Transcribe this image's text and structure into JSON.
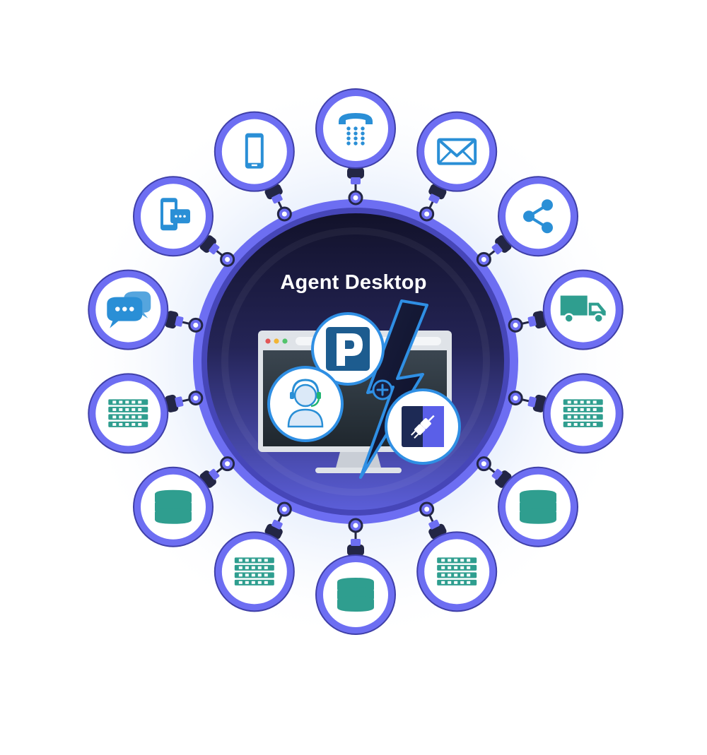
{
  "diagram": {
    "center": {
      "title": "Agent Desktop"
    },
    "nodes": [
      {
        "id": "phone",
        "icon": "phone-keypad-icon",
        "color": "#2a8fd6"
      },
      {
        "id": "email",
        "icon": "envelope-icon",
        "color": "#2a8fd6"
      },
      {
        "id": "share",
        "icon": "share-icon",
        "color": "#2a8fd6"
      },
      {
        "id": "delivery",
        "icon": "delivery-truck-icon",
        "color": "#2f9e8f"
      },
      {
        "id": "server-right",
        "icon": "server-rack-icon",
        "color": "#2f9e8f"
      },
      {
        "id": "database-right",
        "icon": "database-icon",
        "color": "#2f9e8f"
      },
      {
        "id": "server-bottom-right",
        "icon": "server-rack-icon",
        "color": "#2f9e8f"
      },
      {
        "id": "database-bottom",
        "icon": "database-icon",
        "color": "#2f9e8f"
      },
      {
        "id": "server-bottom-left",
        "icon": "server-rack-icon",
        "color": "#2f9e8f"
      },
      {
        "id": "database-left",
        "icon": "database-icon",
        "color": "#2f9e8f"
      },
      {
        "id": "server-left",
        "icon": "server-rack-icon",
        "color": "#2f9e8f"
      },
      {
        "id": "chat",
        "icon": "chat-bubbles-icon",
        "color": "#2a8fd6"
      },
      {
        "id": "mobile-chat",
        "icon": "mobile-chat-icon",
        "color": "#2a8fd6"
      },
      {
        "id": "mobile",
        "icon": "smartphone-icon",
        "color": "#2a8fd6"
      }
    ],
    "colors": {
      "ring": "#6d6ef2",
      "ring_dark": "#3f3fa8",
      "hub_top": "#14142a",
      "hub_bottom": "#5a5cd6",
      "connector": "#232645",
      "glow": "#dfe9fb",
      "accent_blue": "#2a8fd6",
      "accent_teal": "#2f9e8f"
    }
  }
}
